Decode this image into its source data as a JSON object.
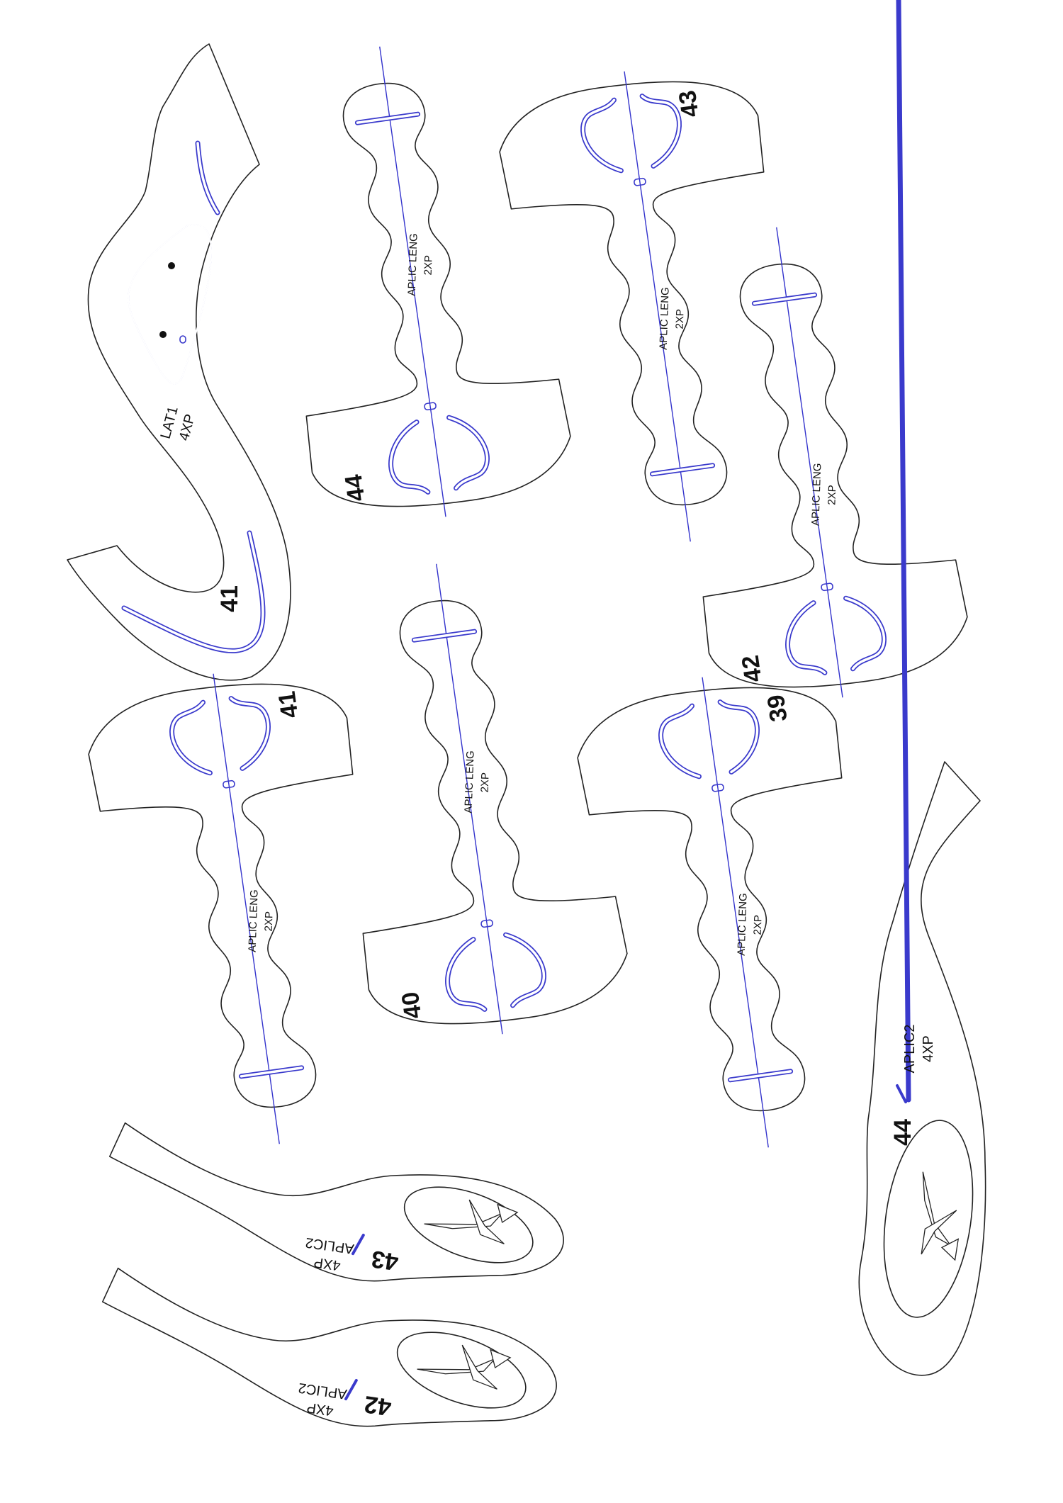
{
  "pieces": [
    {
      "id": "lat1",
      "name": "LAT1",
      "qty": "4XP",
      "size": "41"
    },
    {
      "id": "aplic-leng-44",
      "name": "APLIC LENG",
      "qty": "2XP",
      "size": "44"
    },
    {
      "id": "aplic-leng-43",
      "name": "APLIC LENG",
      "qty": "2XP",
      "size": "43"
    },
    {
      "id": "aplic-leng-42",
      "name": "APLIC LENG",
      "qty": "2XP",
      "size": "42"
    },
    {
      "id": "aplic-leng-41",
      "name": "APLIC LENG",
      "qty": "2XP",
      "size": "41"
    },
    {
      "id": "aplic-leng-40",
      "name": "APLIC LENG",
      "qty": "2XP",
      "size": "40"
    },
    {
      "id": "aplic-leng-39",
      "name": "APLIC LENG",
      "qty": "2XP",
      "size": "39"
    },
    {
      "id": "aplic2-44",
      "name": "APLIC2",
      "qty": "4XP",
      "size": "44"
    },
    {
      "id": "aplic2-43",
      "name": "APLIC2",
      "qty": "4XP",
      "size": "43"
    },
    {
      "id": "aplic2-42",
      "name": "APLIC2",
      "qty": "4XP",
      "size": "42"
    }
  ],
  "colors": {
    "outline": "#222222",
    "guide": "#3333cc",
    "background": "#ffffff"
  }
}
